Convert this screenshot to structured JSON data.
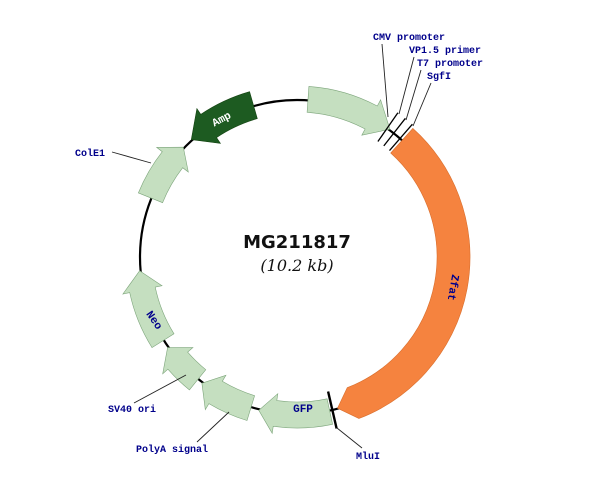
{
  "title": {
    "name": "MG211817",
    "size": "(10.2 kb)"
  },
  "colors": {
    "backbone": "#000000",
    "green_feature": "#c5dfc0",
    "dark_green_feature": "#1d5b21",
    "orange_feature": "#f5833f",
    "navy_label": "#00008b",
    "amp_text": "#ffffff"
  },
  "arrow_labels": {
    "amp": "Amp",
    "neo": "Neo",
    "gfp": "GFP",
    "zfat": "Zfat"
  },
  "callouts": {
    "cmv_promoter": "CMV promoter",
    "vp15_primer": "VP1.5 primer",
    "t7_promoter": "T7 promoter",
    "sgfi": "SgfI",
    "cole1": "ColE1",
    "sv40_ori": "SV40 ori",
    "polya_signal": "PolyA signal",
    "mlui": "MluI"
  }
}
